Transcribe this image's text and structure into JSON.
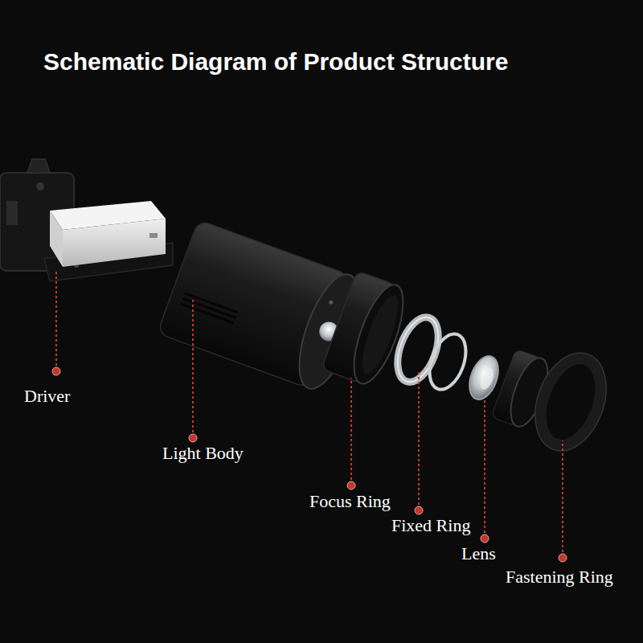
{
  "diagram": {
    "title": "Schematic Diagram of Product Structure",
    "labels": [
      "Driver",
      "Light Body",
      "Focus Ring",
      "Fixed Ring",
      "Lens",
      "Fastening Ring"
    ]
  }
}
